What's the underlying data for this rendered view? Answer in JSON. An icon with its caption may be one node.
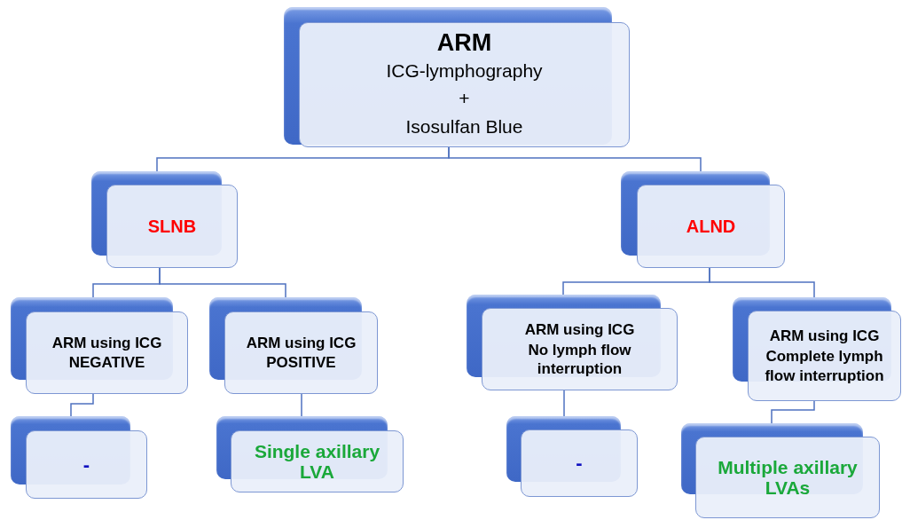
{
  "diagram": {
    "nodes": [
      {
        "text": [
          "ARM",
          "ICG-lymphography",
          "+",
          "Isosulfan Blue"
        ]
      },
      {
        "text": [
          "SLNB"
        ]
      },
      {
        "text": [
          "ALND"
        ]
      },
      {
        "text": [
          "ARM using ICG NEGATIVE"
        ]
      },
      {
        "text": [
          "ARM using ICG POSITIVE"
        ]
      },
      {
        "text": [
          "ARM using ICG",
          "No lymph flow interruption"
        ]
      },
      {
        "text": [
          "ARM using ICG",
          "Complete lymph flow interruption"
        ]
      },
      {
        "text": [
          "-"
        ]
      },
      {
        "text": [
          "Single axillary LVA"
        ]
      },
      {
        "text": [
          "-"
        ]
      },
      {
        "text": [
          "Multiple axillary LVAs"
        ]
      }
    ],
    "edges": [
      {
        "from": 0,
        "to": 1,
        "arrow": "none"
      },
      {
        "from": 0,
        "to": 2,
        "arrow": "none"
      },
      {
        "from": 1,
        "to": 3,
        "arrow": "none"
      },
      {
        "from": 1,
        "to": 4,
        "arrow": "none"
      },
      {
        "from": 2,
        "to": 5,
        "arrow": "none"
      },
      {
        "from": 2,
        "to": 6,
        "arrow": "none"
      },
      {
        "from": 3,
        "to": 7,
        "arrow": "none"
      },
      {
        "from": 4,
        "to": 8,
        "arrow": "none"
      },
      {
        "from": 5,
        "to": 9,
        "arrow": "none"
      },
      {
        "from": 6,
        "to": 10,
        "arrow": "none"
      }
    ]
  }
}
